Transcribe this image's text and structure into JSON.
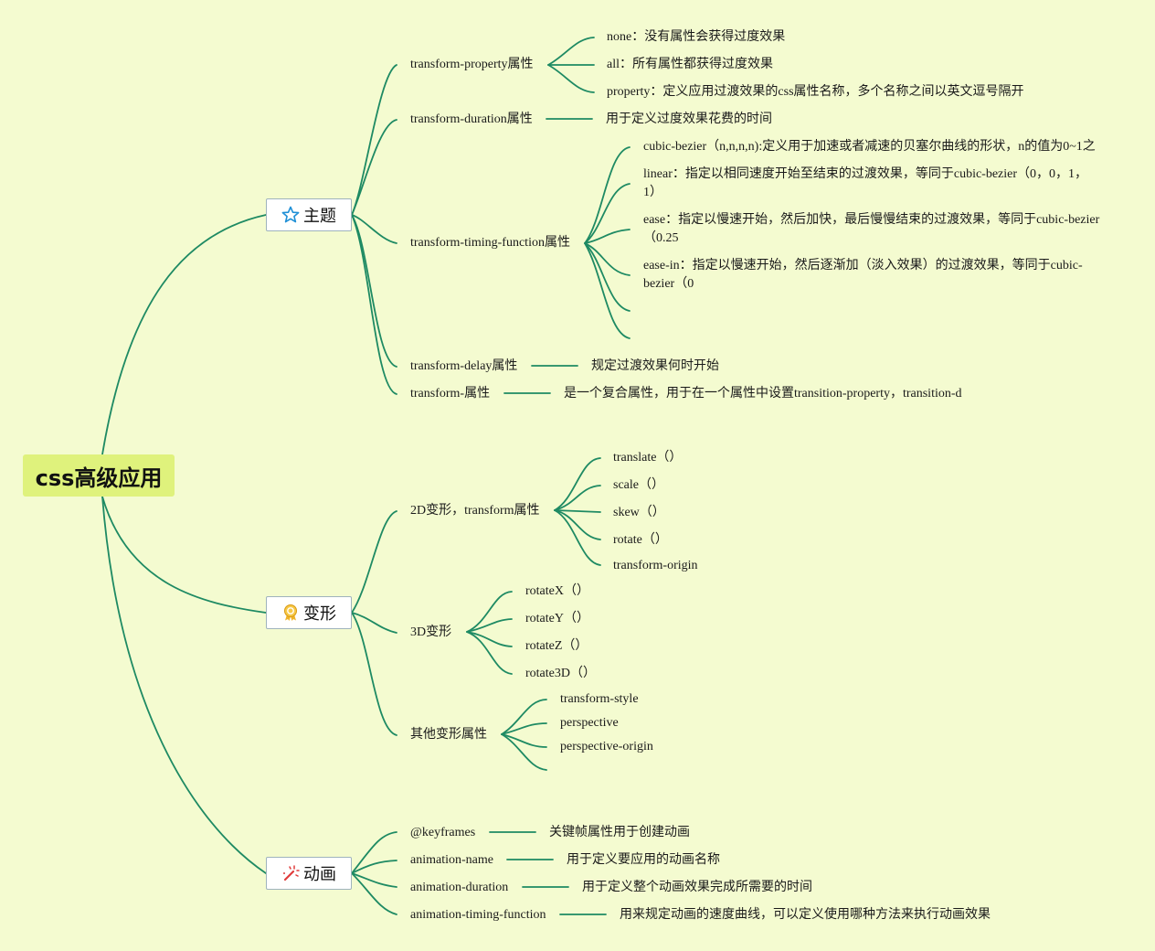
{
  "root": {
    "label": "css高级应用"
  },
  "topics": {
    "theme": {
      "label": "主题",
      "icon": "star-icon"
    },
    "transform": {
      "label": "变形",
      "icon": "award-ribbon-icon"
    },
    "animation": {
      "label": "动画",
      "icon": "magic-wand-icon"
    }
  },
  "theme": {
    "property": {
      "label": "transform-property属性",
      "items": [
        "none：没有属性会获得过度效果",
        "all：所有属性都获得过度效果",
        "property：定义应用过渡效果的css属性名称，多个名称之间以英文逗号隔开"
      ]
    },
    "duration": {
      "label": "transform-duration属性",
      "desc": "用于定义过度效果花费的时间"
    },
    "timing": {
      "label": "transform-timing-function属性",
      "items": [
        "cubic-bezier（n,n,n,n):定义用于加速或者减速的贝塞尔曲线的形状，n的值为0~1之",
        "linear：指定以相同速度开始至结束的过渡效果，等同于cubic-bezier（0，0，1，1）",
        "ease：指定以慢速开始，然后加快，最后慢慢结束的过渡效果，等同于cubic-bezier（0.25",
        "ease-in：指定以慢速开始，然后逐渐加（淡入效果）的过渡效果，等同于cubic-bezier（0"
      ]
    },
    "delay": {
      "label": "transform-delay属性",
      "desc": "规定过渡效果何时开始"
    },
    "shorthand": {
      "label": "transform-属性",
      "desc": "是一个复合属性，用于在一个属性中设置transition-property，transition-d"
    }
  },
  "deform": {
    "twoD": {
      "label": "2D变形，transform属性",
      "items": [
        "translate（）",
        "scale（）",
        "skew（）",
        "rotate（）",
        "transform-origin"
      ]
    },
    "threeD": {
      "label": "3D变形",
      "items": [
        "rotateX（）",
        "rotateY（）",
        "rotateZ（）",
        "rotate3D（）"
      ]
    },
    "other": {
      "label": "其他变形属性",
      "items": [
        "transform-style",
        "perspective",
        "perspective-origin"
      ]
    }
  },
  "anim": {
    "keyframes": {
      "label": "@keyframes",
      "desc": "关键帧属性用于创建动画"
    },
    "name": {
      "label": "animation-name",
      "desc": "用于定义要应用的动画名称"
    },
    "duration": {
      "label": "animation-duration",
      "desc": "用于定义整个动画效果完成所需要的时间"
    },
    "timing": {
      "label": "animation-timing-function",
      "desc": "用来规定动画的速度曲线，可以定义使用哪种方法来执行动画效果"
    }
  },
  "colors": {
    "background": "#f4fbd0",
    "root_fill": "#dff27c",
    "connector": "#1e8a63",
    "topic_border": "#9fb3bd"
  }
}
